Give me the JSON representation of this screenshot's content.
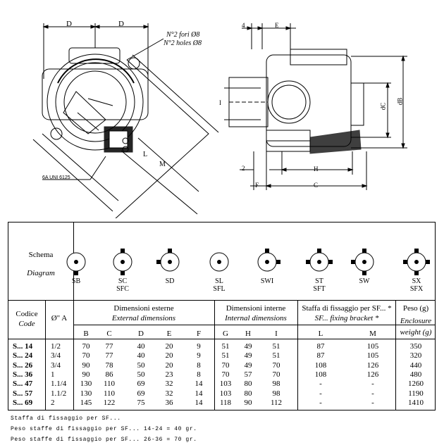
{
  "drawing": {
    "dim_d": "D",
    "dim_d2": "D",
    "holes_it": "N°2 fori Ø8",
    "holes_en": "N°2 holes Ø8",
    "dim_l": "L",
    "dim_m": "M",
    "screw_label": "6A UNI 6125",
    "dim_4": "4",
    "dim_e": "E",
    "dim_i": "I",
    "dim_dc": "dC",
    "dim_db": "dB",
    "dim_2": "2",
    "dim_h": "H",
    "dim_f": "F",
    "dim_c": "C"
  },
  "table": {
    "schema_it": "Schema",
    "schema_en": "Diagram",
    "diagrams": [
      {
        "code": "SB",
        "code2": ""
      },
      {
        "code": "SC",
        "code2": "SFC"
      },
      {
        "code": "SD",
        "code2": ""
      },
      {
        "code": "SL",
        "code2": "SFL"
      },
      {
        "code": "SWI",
        "code2": ""
      },
      {
        "code": "ST",
        "code2": "SFT"
      },
      {
        "code": "SW",
        "code2": ""
      },
      {
        "code": "SX",
        "code2": "SFX"
      }
    ],
    "codice_it": "Codice",
    "codice_en": "Code",
    "diam_label": "Ø\" A",
    "ext_it": "Dimensioni esterne",
    "ext_en": "External dimensions",
    "int_it": "Dimensioni interne",
    "int_en": "Internal dimensions",
    "bracket_it": "Staffa di fissaggio per SF... *",
    "bracket_en": "SF... fixing bracket *",
    "weight_it": "Peso (g)",
    "weight_en1": "Enclosure",
    "weight_en2": "weight (g)",
    "columns": [
      "B",
      "C",
      "D",
      "E",
      "F",
      "G",
      "H",
      "I",
      "L",
      "M"
    ],
    "rows": [
      {
        "code": "S... 14",
        "a": "1/2",
        "b": "70",
        "c": "77",
        "d": "40",
        "e": "20",
        "f": "9",
        "g": "51",
        "h": "49",
        "i": "51",
        "l": "87",
        "m": "105",
        "w": "350"
      },
      {
        "code": "S... 24",
        "a": "3/4",
        "b": "70",
        "c": "77",
        "d": "40",
        "e": "20",
        "f": "9",
        "g": "51",
        "h": "49",
        "i": "51",
        "l": "87",
        "m": "105",
        "w": "320"
      },
      {
        "code": "S... 26",
        "a": "3/4",
        "b": "90",
        "c": "78",
        "d": "50",
        "e": "20",
        "f": "8",
        "g": "70",
        "h": "49",
        "i": "70",
        "l": "108",
        "m": "126",
        "w": "440"
      },
      {
        "code": "S... 36",
        "a": "1",
        "b": "90",
        "c": "86",
        "d": "50",
        "e": "23",
        "f": "8",
        "g": "70",
        "h": "57",
        "i": "70",
        "l": "108",
        "m": "126",
        "w": "480"
      },
      {
        "code": "S... 47",
        "a": "1.1/4",
        "b": "130",
        "c": "110",
        "d": "69",
        "e": "32",
        "f": "14",
        "g": "103",
        "h": "80",
        "i": "98",
        "l": "-",
        "m": "-",
        "w": "1260"
      },
      {
        "code": "S... 57",
        "a": "1.1/2",
        "b": "130",
        "c": "110",
        "d": "69",
        "e": "32",
        "f": "14",
        "g": "103",
        "h": "80",
        "i": "98",
        "l": "-",
        "m": "-",
        "w": "1190"
      },
      {
        "code": "S... 69",
        "a": "2",
        "b": "145",
        "c": "122",
        "d": "75",
        "e": "36",
        "f": "14",
        "g": "118",
        "h": "90",
        "i": "112",
        "l": "-",
        "m": "-",
        "w": "1410"
      }
    ]
  },
  "footnotes": [
    "Staffa di fissaggio per SF...",
    "Peso staffe di fissaggio per SF... 14-24 = 40 gr.",
    "Peso staffe di fissaggio per SF... 26-36 = 70 gr."
  ]
}
